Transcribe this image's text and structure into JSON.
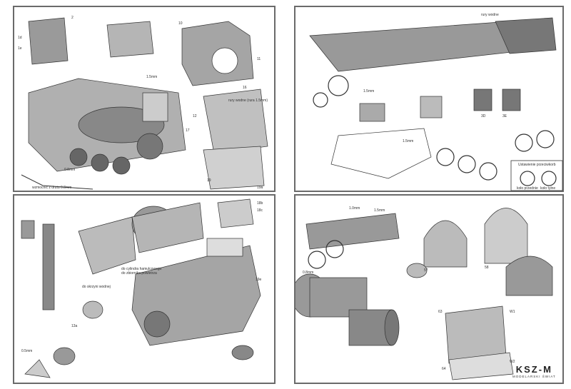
{
  "sheet": {
    "panels": [
      {
        "id": "top-left",
        "labels": [
          "1.5mm",
          "rury wodne (rura 1.5mm)",
          "wzmocnić z drutu 0.8mm",
          "0.8mm",
          "1d",
          "1e",
          "2",
          "10",
          "11",
          "12",
          "16",
          "17",
          "19",
          "19a"
        ]
      },
      {
        "id": "top-right",
        "labels": [
          "1.5mm",
          "rury wodne",
          "3D",
          "3E",
          "1.5mm",
          "Ustawienie przeciwkorb"
        ],
        "wheel_captions": [
          "koło przednie",
          "koło tylne"
        ]
      },
      {
        "id": "bottom-left",
        "labels": [
          "do cylindra hamulcowego",
          "do zbiornika powietrza",
          "do skrzyni wodnej",
          "0.5mm",
          "18b",
          "18c",
          "19e",
          "13a"
        ]
      },
      {
        "id": "bottom-right",
        "labels": [
          "1.0mm",
          "1.5mm",
          "0.8mm",
          "57",
          "58",
          "63",
          "64",
          "W1",
          "W2"
        ]
      }
    ],
    "logo": {
      "main": "KSZ-M",
      "sub": "MODELARSKI ŚWIAT"
    }
  }
}
